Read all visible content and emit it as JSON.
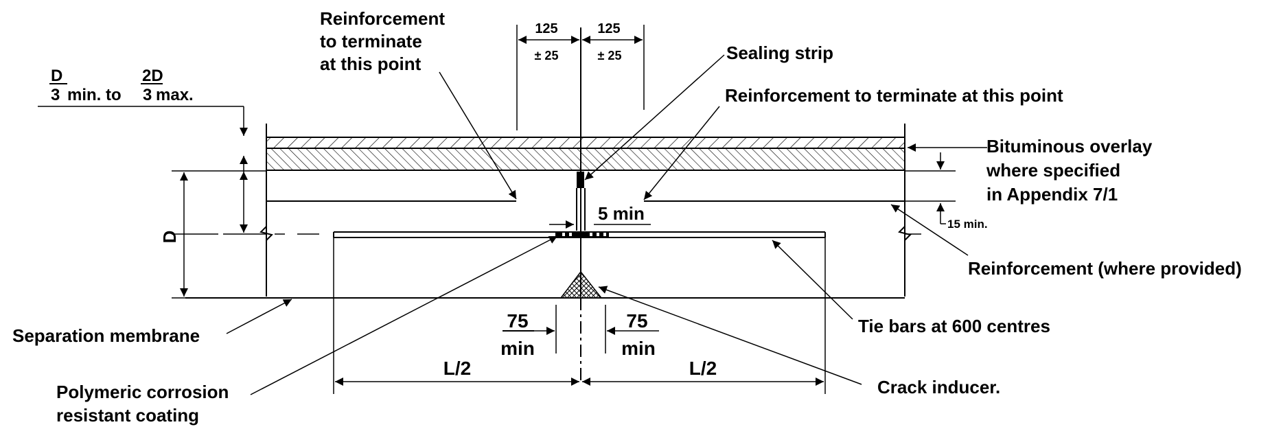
{
  "labels": {
    "reinf_terminate_left": [
      "Reinforcement",
      "to terminate",
      "at this point"
    ],
    "dim_125_left": "125",
    "dim_125_right": "125",
    "tol_left": "± 25",
    "tol_right": "± 25",
    "sealing_strip": "Sealing strip",
    "reinf_terminate_right": "Reinforcement to terminate at this point",
    "depth_fraction": {
      "num_left": "D",
      "den_left": "3",
      "mid": "min. to",
      "num_right": "2D",
      "den_right": "3",
      "tail": "max."
    },
    "bituminous": [
      "Bituminous overlay",
      "where specified",
      "in Appendix 7/1"
    ],
    "min_15": "15 min.",
    "min_5": "5 min",
    "depth_D": "D",
    "reinforcement_provided": "Reinforcement (where provided)",
    "tie_bars": "Tie bars at 600 centres",
    "separation_membrane": "Separation membrane",
    "dim_75_left": "75",
    "min_left": "min",
    "dim_75_right": "75",
    "min_right": "min",
    "half_left": "L/2",
    "half_right": "L/2",
    "crack_inducer": "Crack inducer.",
    "polymeric": [
      "Polymeric corrosion",
      "resistant coating"
    ]
  },
  "colors": {
    "line": "#000000",
    "background": "#ffffff"
  }
}
